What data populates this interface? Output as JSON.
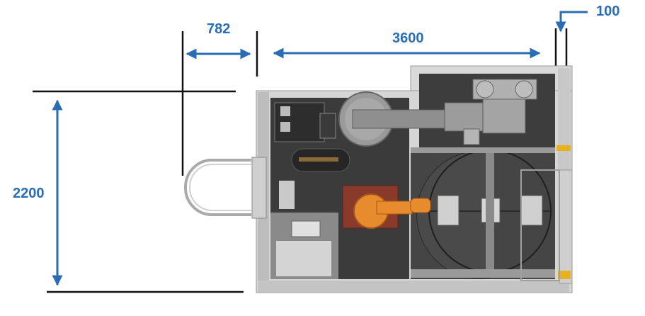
{
  "dimensions": {
    "door_clearance": "782",
    "cell_length": "3600",
    "fence_gap": "100",
    "cell_width": "2200"
  },
  "colors": {
    "dimension_blue": "#2a6db5",
    "frame_gray": "#cfcfcf",
    "floor_dark": "#3c3c3c",
    "robot_orange": "#e88a2e",
    "base_red": "#8a3a2a"
  }
}
